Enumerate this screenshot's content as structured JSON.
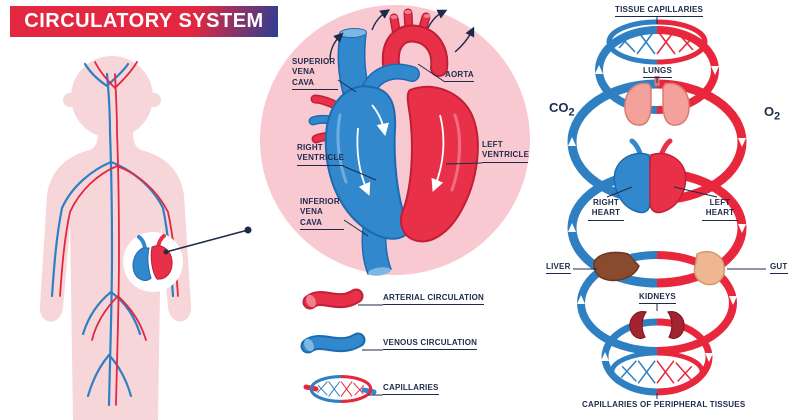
{
  "header": {
    "title": "CIRCULATORY SYSTEM"
  },
  "colors": {
    "arterial_red": "#e8273c",
    "venous_blue": "#2f80c3",
    "label_navy": "#1e2a4a",
    "circle_pink": "#f9c9d2",
    "body_pink": "#f7d6d9"
  },
  "heart_diagram": {
    "labels": {
      "superior_vena_cava": "SUPERIOR VENA CAVA",
      "aorta": "AORTA",
      "right_ventricle": "RIGHT VENTRICLE",
      "left_ventricle": "LEFT VENTRICLE",
      "inferior_vena_cava": "INFERIOR VENA CAVA"
    }
  },
  "legend": {
    "items": [
      {
        "id": "arterial",
        "label": "ARTERIAL CIRCULATION"
      },
      {
        "id": "venous",
        "label": "VENOUS CIRCULATION"
      },
      {
        "id": "capillaries",
        "label": "CAPILLARIES"
      }
    ]
  },
  "circulation": {
    "labels": {
      "tissue_capillaries": "TISSUE CAPILLARIES",
      "lungs": "LUNGS",
      "co2": "CO",
      "co2_sub": "2",
      "o2": "O",
      "o2_sub": "2",
      "right_heart": "RIGHT HEART",
      "left_heart": "LEFT HEART",
      "liver": "LIVER",
      "gut": "GUT",
      "kidneys": "KIDNEYS",
      "peripheral_capillaries": "CAPILLARIES OF PERIPHERAL TISSUES"
    }
  }
}
